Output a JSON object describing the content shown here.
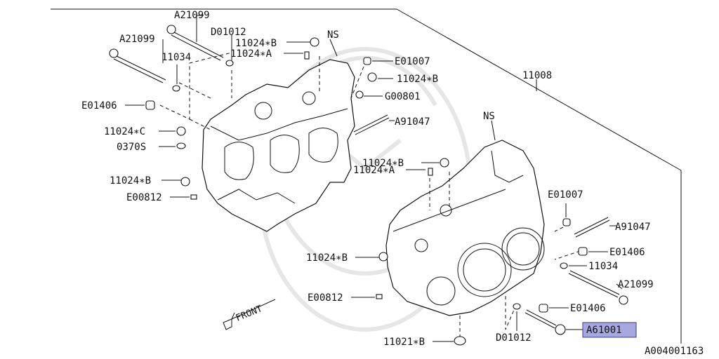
{
  "diagram": {
    "highlight_color": "#a8a8e0",
    "labels": {
      "a21099_top": "A21099",
      "d01012_top": "D01012",
      "p11024b_top": "11024∗B",
      "p11024a_top": "11024∗A",
      "ns_top": "NS",
      "a21099_left": "A21099",
      "p11034_left": "11034",
      "e01007_top": "E01007",
      "p11024b_top_right": "11024∗B",
      "p11008": "11008",
      "g00801": "G00801",
      "e01406_left": "E01406",
      "a91047_top": "A91047",
      "p11024c": "11024∗C",
      "p0370s": "0370S",
      "ns_right": "NS",
      "p11024b_mid": "11024∗B",
      "p11024a_mid": "11024∗A",
      "p11024b_left": "11024∗B",
      "e00812_left": "E00812",
      "e01007_right": "E01007",
      "a91047_right": "A91047",
      "p11024b_lower": "11024∗B",
      "e01406_right": "E01406",
      "p11034_right": "11034",
      "a21099_right": "A21099",
      "e00812_lower": "E00812",
      "e01406_lower": "E01406",
      "a61001": "A61001",
      "d01012_lower": "D01012",
      "p11021b": "11021∗B",
      "front": "FRONT",
      "diagram_id": "A004001163"
    }
  }
}
